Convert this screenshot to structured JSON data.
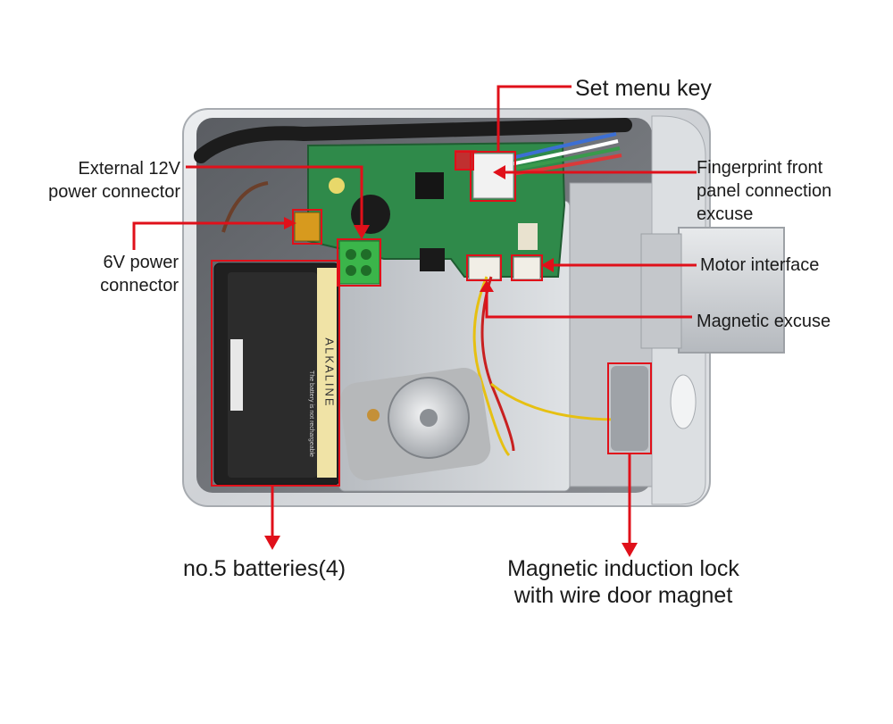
{
  "colors": {
    "callout": "#e0101a",
    "housing": "#d3d6da",
    "housing_dark": "#4a4d52",
    "pcb": "#2f8a4a",
    "battery": "#202020",
    "terminal": "#3bb54a",
    "text": "#1a1a1a",
    "background": "#ffffff"
  },
  "labels": {
    "set_menu_key": "Set menu key",
    "external_12v": [
      "External 12V",
      "power connector"
    ],
    "fingerprint": [
      "Fingerprint front",
      "panel connection",
      "excuse"
    ],
    "six_v": [
      "6V power",
      "connector"
    ],
    "motor_interface": "Motor interface",
    "magnetic_excuse": "Magnetic excuse",
    "batteries": "no.5 batteries(4)",
    "induction_lock": [
      "Magnetic induction lock",
      "with wire door magnet"
    ]
  },
  "battery_print": {
    "brand": "ALKALINE",
    "warning": "The battery is not rechargeable"
  }
}
